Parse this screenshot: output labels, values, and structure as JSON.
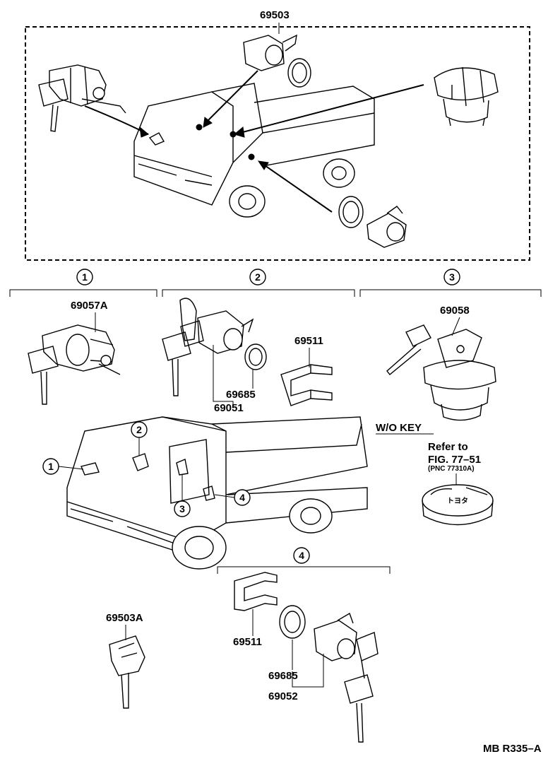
{
  "diagram": {
    "top_assembly": {
      "part_number": "69503"
    },
    "groups": [
      {
        "number": "1",
        "parts": [
          "69057A"
        ]
      },
      {
        "number": "2",
        "parts": [
          "69685",
          "69051",
          "69511"
        ]
      },
      {
        "number": "3",
        "parts": [
          "69058"
        ]
      },
      {
        "number": "4",
        "parts": [
          "69511",
          "69685",
          "69052"
        ]
      }
    ],
    "key": {
      "part_number": "69503A"
    },
    "note": {
      "wo_key": "W/O KEY",
      "refer_line1": "Refer to",
      "refer_line2": "FIG. 77–51",
      "refer_line3": "(PNC 77310A)"
    },
    "cap_markings": "トヨタ",
    "drawing_code": "MB R335–A",
    "truck_callouts": [
      "1",
      "2",
      "3",
      "4"
    ]
  }
}
